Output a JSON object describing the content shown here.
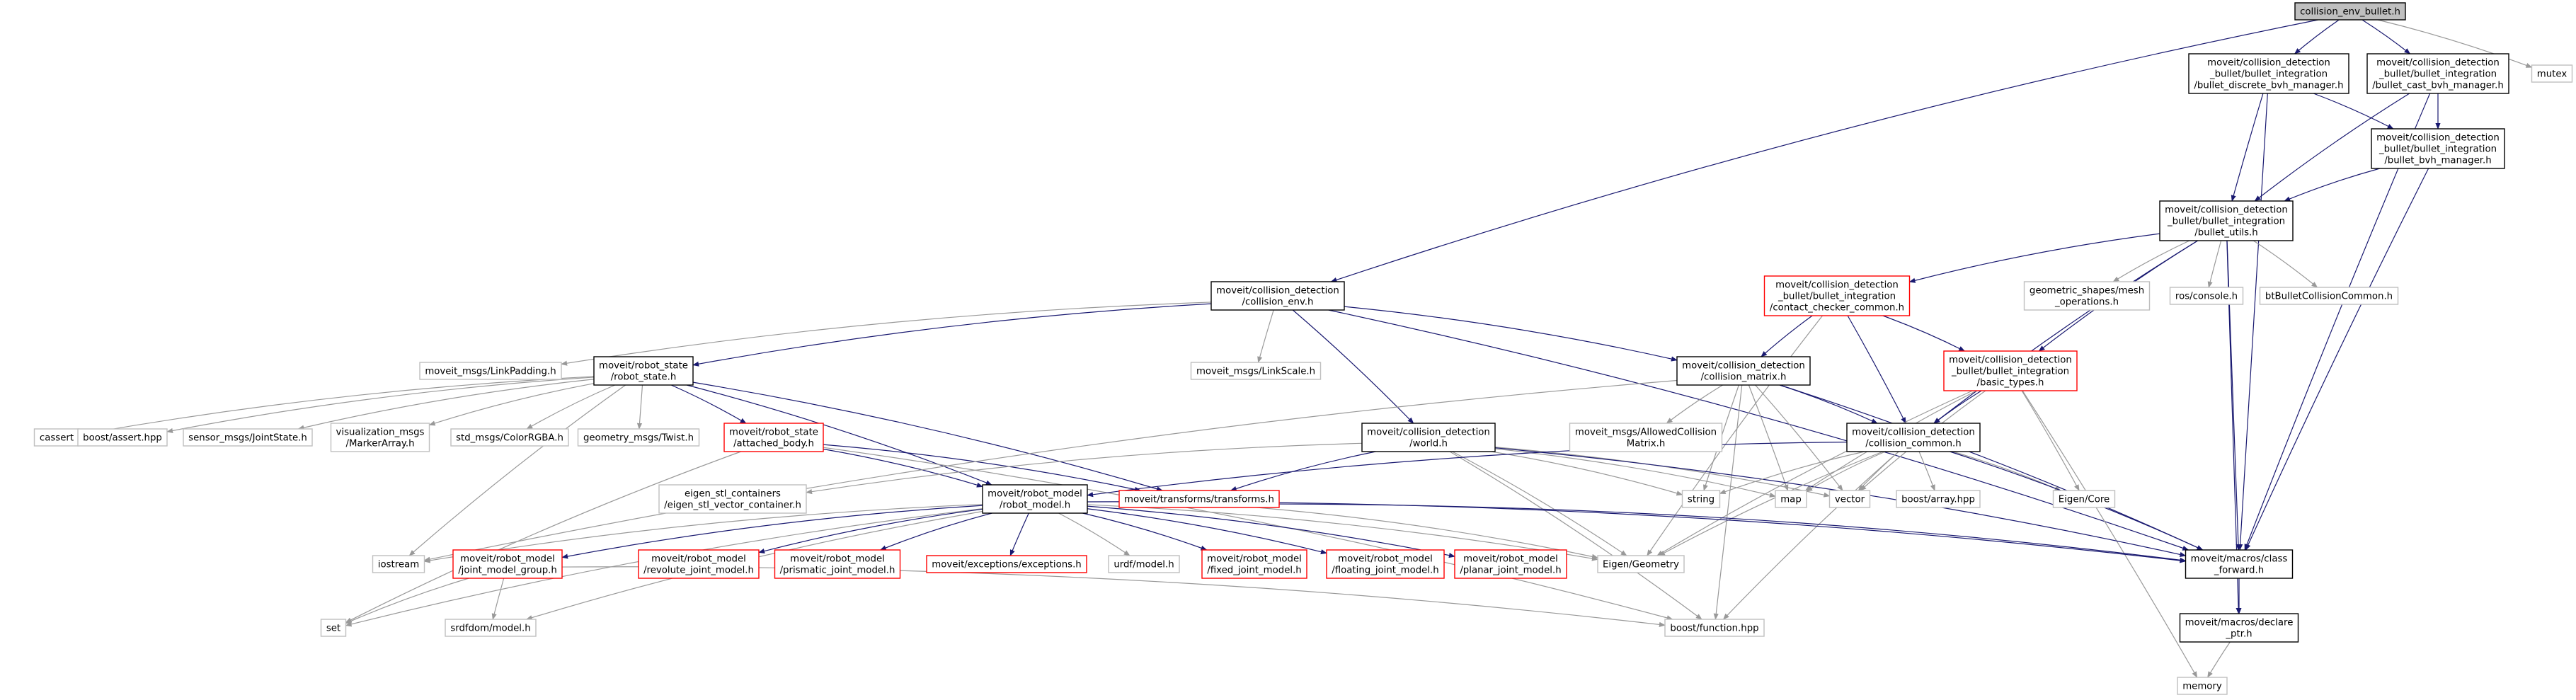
{
  "colors": {
    "root_fill": "#bfbfbf",
    "normal_border": "#000000",
    "missing_border": "#bfbfbf",
    "red_border": "#ff0000",
    "edge": "#191970",
    "edge_light": "#999999",
    "text": "#000000"
  },
  "graph": {
    "nodes": [
      {
        "id": "root",
        "lines": [
          "collision_env_bullet.h"
        ],
        "style": "root"
      },
      {
        "id": "bdiscrete",
        "lines": [
          "moveit/collision_detection",
          "_bullet/bullet_integration",
          "/bullet_discrete_bvh_manager.h"
        ],
        "style": "normal"
      },
      {
        "id": "bcast",
        "lines": [
          "moveit/collision_detection",
          "_bullet/bullet_integration",
          "/bullet_cast_bvh_manager.h"
        ],
        "style": "normal"
      },
      {
        "id": "mutex",
        "lines": [
          "mutex"
        ],
        "style": "missing"
      },
      {
        "id": "bbvh",
        "lines": [
          "moveit/collision_detection",
          "_bullet/bullet_integration",
          "/bullet_bvh_manager.h"
        ],
        "style": "normal"
      },
      {
        "id": "butils",
        "lines": [
          "moveit/collision_detection",
          "_bullet/bullet_integration",
          "/bullet_utils.h"
        ],
        "style": "normal"
      },
      {
        "id": "cenv",
        "lines": [
          "moveit/collision_detection",
          "/collision_env.h"
        ],
        "style": "normal"
      },
      {
        "id": "ccc",
        "lines": [
          "moveit/collision_detection",
          "_bullet/bullet_integration",
          "/contact_checker_common.h"
        ],
        "style": "red"
      },
      {
        "id": "geomesh",
        "lines": [
          "geometric_shapes/mesh",
          "_operations.h"
        ],
        "style": "missing"
      },
      {
        "id": "roscon",
        "lines": [
          "ros/console.h"
        ],
        "style": "missing"
      },
      {
        "id": "btbullet",
        "lines": [
          "btBulletCollisionCommon.h"
        ],
        "style": "missing"
      },
      {
        "id": "linkpad",
        "lines": [
          "moveit_msgs/LinkPadding.h"
        ],
        "style": "missing"
      },
      {
        "id": "rstate",
        "lines": [
          "moveit/robot_state",
          "/robot_state.h"
        ],
        "style": "normal"
      },
      {
        "id": "linkscale",
        "lines": [
          "moveit_msgs/LinkScale.h"
        ],
        "style": "missing"
      },
      {
        "id": "cmatrix",
        "lines": [
          "moveit/collision_detection",
          "/collision_matrix.h"
        ],
        "style": "normal"
      },
      {
        "id": "basictypes",
        "lines": [
          "moveit/collision_detection",
          "_bullet/bullet_integration",
          "/basic_types.h"
        ],
        "style": "red"
      },
      {
        "id": "cassert",
        "lines": [
          "cassert"
        ],
        "style": "missing"
      },
      {
        "id": "bassert",
        "lines": [
          "boost/assert.hpp"
        ],
        "style": "missing"
      },
      {
        "id": "jointstate",
        "lines": [
          "sensor_msgs/JointState.h"
        ],
        "style": "missing"
      },
      {
        "id": "markerarr",
        "lines": [
          "visualization_msgs",
          "/MarkerArray.h"
        ],
        "style": "missing"
      },
      {
        "id": "colorrgba",
        "lines": [
          "std_msgs/ColorRGBA.h"
        ],
        "style": "missing"
      },
      {
        "id": "twist",
        "lines": [
          "geometry_msgs/Twist.h"
        ],
        "style": "missing"
      },
      {
        "id": "attached",
        "lines": [
          "moveit/robot_state",
          "/attached_body.h"
        ],
        "style": "red"
      },
      {
        "id": "world",
        "lines": [
          "moveit/collision_detection",
          "/world.h"
        ],
        "style": "normal"
      },
      {
        "id": "allowedcm",
        "lines": [
          "moveit_msgs/AllowedCollision",
          "Matrix.h"
        ],
        "style": "missing"
      },
      {
        "id": "ccommon",
        "lines": [
          "moveit/collision_detection",
          "/collision_common.h"
        ],
        "style": "normal"
      },
      {
        "id": "eigenstl",
        "lines": [
          "eigen_stl_containers",
          "/eigen_stl_vector_container.h"
        ],
        "style": "missing"
      },
      {
        "id": "rmodel",
        "lines": [
          "moveit/robot_model",
          "/robot_model.h"
        ],
        "style": "normal"
      },
      {
        "id": "transforms",
        "lines": [
          "moveit/transforms/transforms.h"
        ],
        "style": "red"
      },
      {
        "id": "string",
        "lines": [
          "string"
        ],
        "style": "missing"
      },
      {
        "id": "map",
        "lines": [
          "map"
        ],
        "style": "missing"
      },
      {
        "id": "vector",
        "lines": [
          "vector"
        ],
        "style": "missing"
      },
      {
        "id": "barray",
        "lines": [
          "boost/array.hpp"
        ],
        "style": "missing"
      },
      {
        "id": "eigencore",
        "lines": [
          "Eigen/Core"
        ],
        "style": "missing"
      },
      {
        "id": "iostream",
        "lines": [
          "iostream"
        ],
        "style": "missing"
      },
      {
        "id": "jmg",
        "lines": [
          "moveit/robot_model",
          "/joint_model_group.h"
        ],
        "style": "red"
      },
      {
        "id": "revolute",
        "lines": [
          "moveit/robot_model",
          "/revolute_joint_model.h"
        ],
        "style": "red"
      },
      {
        "id": "prismatic",
        "lines": [
          "moveit/robot_model",
          "/prismatic_joint_model.h"
        ],
        "style": "red"
      },
      {
        "id": "exceptions",
        "lines": [
          "moveit/exceptions/exceptions.h"
        ],
        "style": "red"
      },
      {
        "id": "urdf",
        "lines": [
          "urdf/model.h"
        ],
        "style": "missing"
      },
      {
        "id": "fixed",
        "lines": [
          "moveit/robot_model",
          "/fixed_joint_model.h"
        ],
        "style": "red"
      },
      {
        "id": "floating",
        "lines": [
          "moveit/robot_model",
          "/floating_joint_model.h"
        ],
        "style": "red"
      },
      {
        "id": "planar",
        "lines": [
          "moveit/robot_model",
          "/planar_joint_model.h"
        ],
        "style": "red"
      },
      {
        "id": "eigengeom",
        "lines": [
          "Eigen/Geometry"
        ],
        "style": "missing"
      },
      {
        "id": "classfwd",
        "lines": [
          "moveit/macros/class",
          "_forward.h"
        ],
        "style": "normal"
      },
      {
        "id": "set",
        "lines": [
          "set"
        ],
        "style": "missing"
      },
      {
        "id": "srdfdom",
        "lines": [
          "srdfdom/model.h"
        ],
        "style": "missing"
      },
      {
        "id": "bfunction",
        "lines": [
          "boost/function.hpp"
        ],
        "style": "missing"
      },
      {
        "id": "declareptr",
        "lines": [
          "moveit/macros/declare",
          "_ptr.h"
        ],
        "style": "normal"
      },
      {
        "id": "memory",
        "lines": [
          "memory"
        ],
        "style": "missing"
      }
    ],
    "edges": [
      [
        "root",
        "bdiscrete"
      ],
      [
        "root",
        "bcast"
      ],
      [
        "root",
        "mutex"
      ],
      [
        "root",
        "cenv"
      ],
      [
        "bdiscrete",
        "bbvh"
      ],
      [
        "bdiscrete",
        "butils"
      ],
      [
        "bdiscrete",
        "classfwd"
      ],
      [
        "bcast",
        "bbvh"
      ],
      [
        "bcast",
        "butils"
      ],
      [
        "bcast",
        "classfwd"
      ],
      [
        "bbvh",
        "butils"
      ],
      [
        "bbvh",
        "classfwd"
      ],
      [
        "butils",
        "ccc"
      ],
      [
        "butils",
        "geomesh"
      ],
      [
        "butils",
        "roscon"
      ],
      [
        "butils",
        "btbullet"
      ],
      [
        "butils",
        "basictypes"
      ],
      [
        "butils",
        "ccommon"
      ],
      [
        "butils",
        "classfwd"
      ],
      [
        "butils",
        "declareptr"
      ],
      [
        "cenv",
        "linkpad"
      ],
      [
        "cenv",
        "rstate"
      ],
      [
        "cenv",
        "linkscale"
      ],
      [
        "cenv",
        "cmatrix"
      ],
      [
        "cenv",
        "world"
      ],
      [
        "cenv",
        "classfwd"
      ],
      [
        "ccc",
        "cmatrix"
      ],
      [
        "ccc",
        "basictypes"
      ],
      [
        "ccc",
        "ccommon"
      ],
      [
        "ccc",
        "eigengeom"
      ],
      [
        "rstate",
        "cassert"
      ],
      [
        "rstate",
        "bassert"
      ],
      [
        "rstate",
        "jointstate"
      ],
      [
        "rstate",
        "markerarr"
      ],
      [
        "rstate",
        "colorrgba"
      ],
      [
        "rstate",
        "twist"
      ],
      [
        "rstate",
        "attached"
      ],
      [
        "rstate",
        "rmodel"
      ],
      [
        "rstate",
        "transforms"
      ],
      [
        "rstate",
        "iostream"
      ],
      [
        "attached",
        "rmodel"
      ],
      [
        "attached",
        "transforms"
      ],
      [
        "attached",
        "set"
      ],
      [
        "attached",
        "bfunction"
      ],
      [
        "cmatrix",
        "allowedcm"
      ],
      [
        "cmatrix",
        "ccommon"
      ],
      [
        "cmatrix",
        "string"
      ],
      [
        "cmatrix",
        "map"
      ],
      [
        "cmatrix",
        "vector"
      ],
      [
        "cmatrix",
        "bfunction"
      ],
      [
        "cmatrix",
        "classfwd"
      ],
      [
        "cmatrix",
        "iostream"
      ],
      [
        "basictypes",
        "ccommon"
      ],
      [
        "basictypes",
        "eigencore"
      ],
      [
        "basictypes",
        "vector"
      ],
      [
        "basictypes",
        "map"
      ],
      [
        "basictypes",
        "memory"
      ],
      [
        "basictypes",
        "eigengeom"
      ],
      [
        "world",
        "eigenstl"
      ],
      [
        "world",
        "transforms"
      ],
      [
        "world",
        "string"
      ],
      [
        "world",
        "map"
      ],
      [
        "world",
        "vector"
      ],
      [
        "world",
        "bfunction"
      ],
      [
        "world",
        "eigengeom"
      ],
      [
        "world",
        "classfwd"
      ],
      [
        "ccommon",
        "rmodel"
      ],
      [
        "ccommon",
        "string"
      ],
      [
        "ccommon",
        "map"
      ],
      [
        "ccommon",
        "vector"
      ],
      [
        "ccommon",
        "barray"
      ],
      [
        "ccommon",
        "eigencore"
      ],
      [
        "ccommon",
        "classfwd"
      ],
      [
        "ccommon",
        "eigengeom"
      ],
      [
        "ccommon",
        "bfunction"
      ],
      [
        "rmodel",
        "iostream"
      ],
      [
        "rmodel",
        "set"
      ],
      [
        "rmodel",
        "srdfdom"
      ],
      [
        "rmodel",
        "jmg"
      ],
      [
        "rmodel",
        "revolute"
      ],
      [
        "rmodel",
        "prismatic"
      ],
      [
        "rmodel",
        "exceptions"
      ],
      [
        "rmodel",
        "urdf"
      ],
      [
        "rmodel",
        "fixed"
      ],
      [
        "rmodel",
        "floating"
      ],
      [
        "rmodel",
        "planar"
      ],
      [
        "rmodel",
        "eigengeom"
      ],
      [
        "rmodel",
        "classfwd"
      ],
      [
        "transforms",
        "eigengeom"
      ],
      [
        "transforms",
        "classfwd"
      ],
      [
        "jmg",
        "set"
      ],
      [
        "jmg",
        "srdfdom"
      ],
      [
        "jmg",
        "bfunction"
      ],
      [
        "classfwd",
        "declareptr"
      ],
      [
        "declareptr",
        "memory"
      ]
    ]
  }
}
